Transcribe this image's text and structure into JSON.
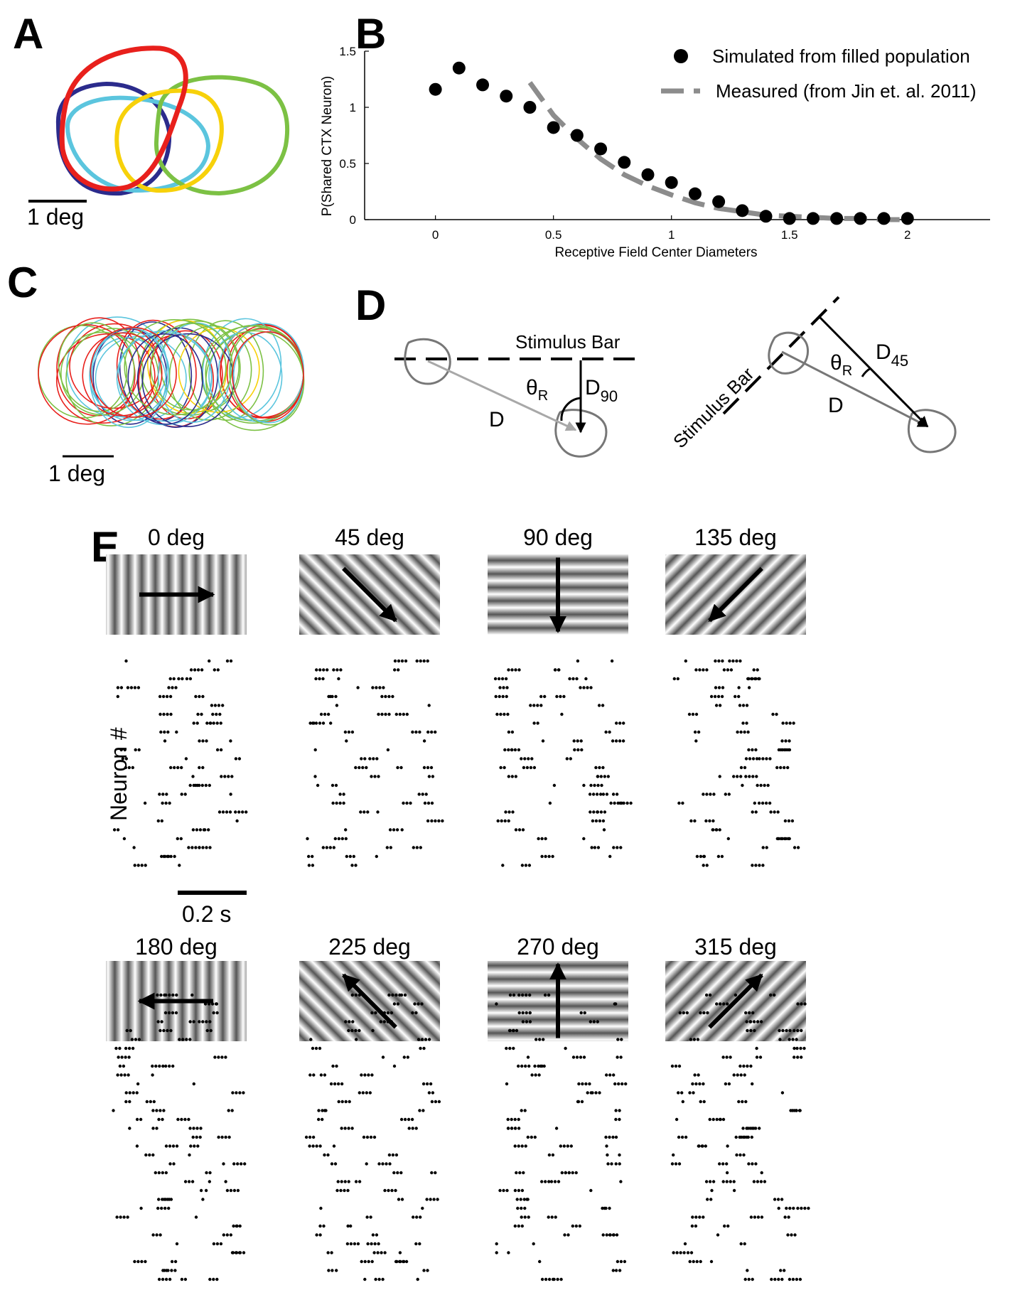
{
  "panels": {
    "a": {
      "label": "A",
      "scale_label": "1 deg",
      "outline_colors": [
        "#2b2b8c",
        "#e8201c",
        "#5bc5de",
        "#f7d10a",
        "#7cc144"
      ]
    },
    "b": {
      "label": "B"
    },
    "c": {
      "label": "C",
      "scale_label": "1 deg",
      "outline_colors": [
        "#e8201c",
        "#7cc144",
        "#5bc5de",
        "#2b2b8c",
        "#f7d10a"
      ]
    },
    "d": {
      "label": "D",
      "left": {
        "bar_label": "Stimulus Bar",
        "theta_label": "θ",
        "theta_sub": "R",
        "dist_label": "D",
        "perp_label": "D",
        "perp_sub": "90"
      },
      "right": {
        "bar_label": "Stimulus Bar",
        "theta_label": "θ",
        "theta_sub": "R",
        "dist_label": "D",
        "perp_label": "D",
        "perp_sub": "45"
      }
    },
    "e": {
      "label": "E",
      "y_label": "Neuron #",
      "scale_label": "0.2 s",
      "stimuli": [
        {
          "title": "0 deg",
          "angle": 0
        },
        {
          "title": "45 deg",
          "angle": 45
        },
        {
          "title": "90 deg",
          "angle": 90
        },
        {
          "title": "135 deg",
          "angle": 135
        },
        {
          "title": "180 deg",
          "angle": 180
        },
        {
          "title": "225 deg",
          "angle": 225
        },
        {
          "title": "270 deg",
          "angle": 270
        },
        {
          "title": "315 deg",
          "angle": 315
        }
      ]
    }
  },
  "chart_data": {
    "type": "scatter",
    "title": "",
    "xlabel": "Receptive Field Center Diameters",
    "ylabel": "P(Shared CTX Neuron)",
    "xlim": [
      -0.3,
      2.35
    ],
    "ylim": [
      0,
      1.5
    ],
    "xticks": [
      "0",
      "0.5",
      "1",
      "1.5",
      "2"
    ],
    "yticks": [
      "0",
      "0.5",
      "1",
      "1.5"
    ],
    "series": [
      {
        "name": "Simulated from filled population",
        "style": "filled circles",
        "color": "#000000",
        "x": [
          0,
          0.1,
          0.2,
          0.3,
          0.4,
          0.5,
          0.6,
          0.7,
          0.8,
          0.9,
          1.0,
          1.1,
          1.2,
          1.3,
          1.4,
          1.5,
          1.6,
          1.7,
          1.8,
          1.9,
          2.0
        ],
        "y": [
          1.16,
          1.35,
          1.2,
          1.1,
          1.0,
          0.82,
          0.75,
          0.63,
          0.51,
          0.4,
          0.33,
          0.23,
          0.16,
          0.08,
          0.03,
          0.01,
          0.01,
          0.01,
          0.01,
          0.01,
          0.01
        ]
      },
      {
        "name": "Measured (from Jin et. al. 2011)",
        "style": "dashed line",
        "color": "#8c8c8c",
        "x": [
          0.4,
          0.5,
          0.6,
          0.7,
          0.8,
          0.9,
          1.0,
          1.1,
          1.2,
          1.3,
          1.4,
          1.5,
          1.6,
          1.7,
          1.8,
          1.9,
          2.0
        ],
        "y": [
          1.22,
          0.93,
          0.72,
          0.54,
          0.4,
          0.3,
          0.22,
          0.15,
          0.1,
          0.07,
          0.04,
          0.03,
          0.02,
          0.01,
          0.01,
          0.0,
          0.0
        ]
      }
    ],
    "legend_position": "top-right"
  }
}
